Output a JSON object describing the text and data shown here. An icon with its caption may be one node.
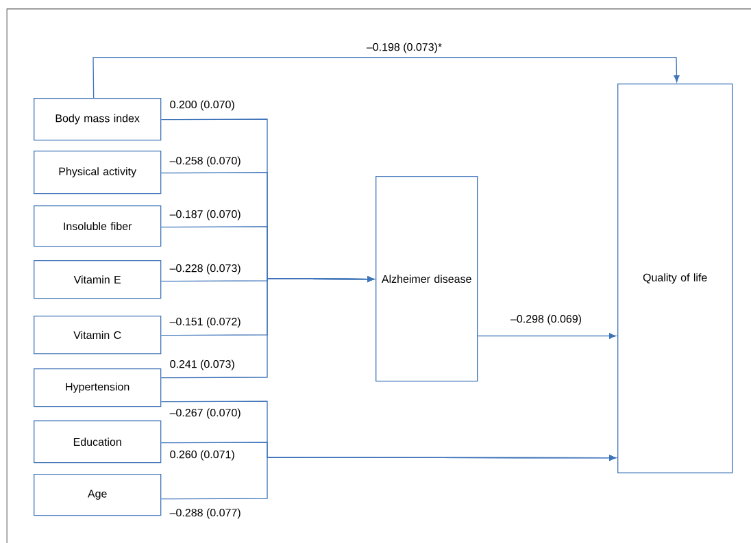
{
  "diagram": {
    "nodes": [
      {
        "text": [
          "Body mass index"
        ]
      },
      {
        "text": [
          "Physical activity"
        ]
      },
      {
        "text": [
          "Insoluble fiber"
        ]
      },
      {
        "text": [
          "Vitamin E"
        ]
      },
      {
        "text": [
          "Vitamin C"
        ]
      },
      {
        "text": [
          "Hypertension"
        ]
      },
      {
        "text": [
          "Education"
        ]
      },
      {
        "text": [
          "Age"
        ]
      },
      {
        "text": [
          "Alzheimer disease"
        ]
      },
      {
        "text": [
          "Quality of life"
        ]
      }
    ],
    "edges": [
      {
        "from": 0,
        "to": 8,
        "arrow": "to",
        "label": "0.200 (0.070)"
      },
      {
        "from": 1,
        "to": 8,
        "arrow": "to",
        "label": "–0.258 (0.070)"
      },
      {
        "from": 2,
        "to": 8,
        "arrow": "to",
        "label": "–0.187 (0.070)"
      },
      {
        "from": 3,
        "to": 8,
        "arrow": "to",
        "label": "–0.228 (0.073)"
      },
      {
        "from": 4,
        "to": 8,
        "arrow": "to",
        "label": "–0.151 (0.072)"
      },
      {
        "from": 5,
        "to": 8,
        "arrow": "to",
        "label": "0.241 (0.073)"
      },
      {
        "from": 5,
        "to": 9,
        "arrow": "to",
        "label": "–0.267 (0.070)"
      },
      {
        "from": 6,
        "to": 9,
        "arrow": "to",
        "label": "0.260 (0.071)"
      },
      {
        "from": 7,
        "to": 9,
        "arrow": "to",
        "label": "–0.288 (0.077)"
      },
      {
        "from": 8,
        "to": 9,
        "arrow": "to",
        "label": "–0.298 (0.069)"
      },
      {
        "from": 0,
        "to": 9,
        "arrow": "to",
        "label": "–0.198 (0.073)*"
      }
    ]
  }
}
